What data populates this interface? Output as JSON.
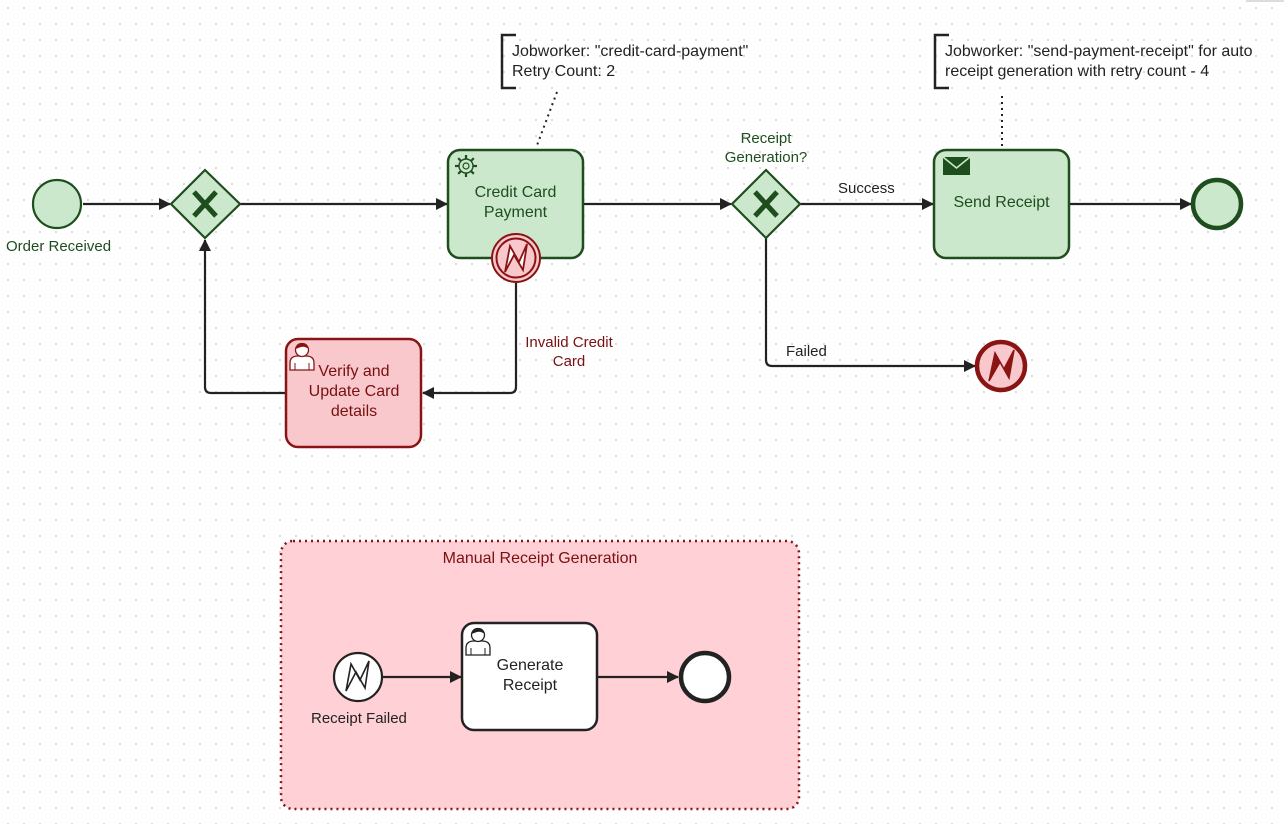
{
  "colors": {
    "green_fill": "#cce8cc",
    "green_stroke": "#1e4d1e",
    "red_fill": "#f8c8cc",
    "red_stroke": "#8a1414",
    "subprocess_fill": "#ffd0d6",
    "line": "#222222"
  },
  "start_event": {
    "label": "Order Received"
  },
  "gateway_one": {
    "icon": "x-icon"
  },
  "credit_card_task": {
    "label": "Credit Card Payment",
    "icon": "gear-icon",
    "boundary_icon": "error-icon"
  },
  "annotation_credit": {
    "line1": "Jobworker: \"credit-card-payment\"",
    "line2": "Retry Count: 2"
  },
  "gateway_receipt": {
    "label": "Receipt Generation?",
    "icon": "x-icon"
  },
  "flow_success": {
    "label": "Success"
  },
  "flow_failed": {
    "label": "Failed"
  },
  "flow_invalid": {
    "label": "Invalid Credit Card"
  },
  "send_receipt_task": {
    "label": "Send Receipt",
    "icon": "envelope-icon"
  },
  "annotation_receipt": {
    "line1": "Jobworker: \"send-payment-receipt\" for auto",
    "line2": "receipt generation with retry count - 4"
  },
  "verify_task": {
    "label": "Verify and Update Card details",
    "icon": "user-icon"
  },
  "error_end": {
    "icon": "error-icon"
  },
  "subprocess": {
    "title": "Manual Receipt Generation",
    "start_label": "Receipt Failed",
    "task_label": "Generate Receipt",
    "task_icon": "user-icon"
  }
}
